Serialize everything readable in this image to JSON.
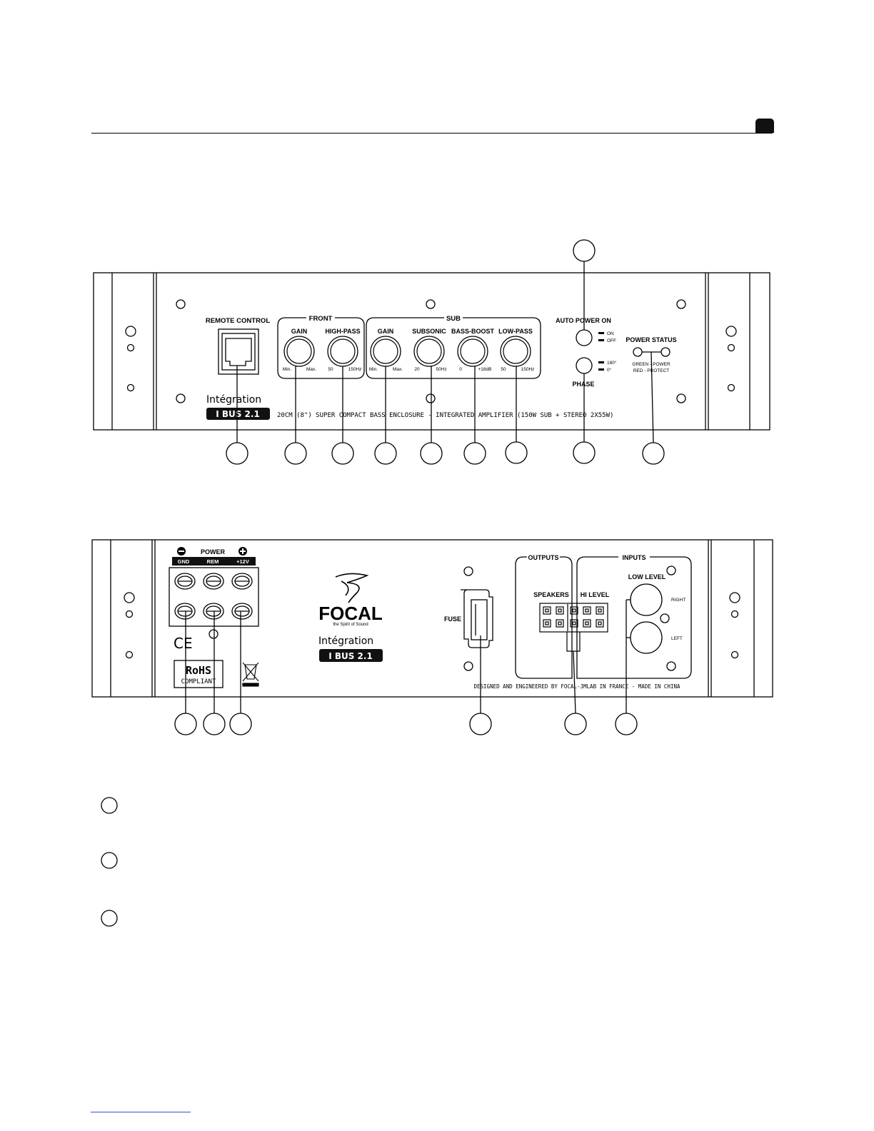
{
  "front_panel": {
    "remote_control": "REMOTE CONTROL",
    "front_group": "FRONT",
    "sub_group": "SUB",
    "knobs": [
      {
        "label": "GAIN",
        "min": "Min.",
        "max": "Max."
      },
      {
        "label": "HIGH-PASS",
        "min": "50",
        "max": "150Hz"
      },
      {
        "label": "GAIN",
        "min": "Min.",
        "max": "Max."
      },
      {
        "label": "SUBSONIC",
        "min": "20",
        "max": "50Hz"
      },
      {
        "label": "BASS-BOOST",
        "min": "0",
        "max": "+18dB"
      },
      {
        "label": "LOW-PASS",
        "min": "50",
        "max": "150Hz"
      }
    ],
    "auto_power_on": "AUTO POWER ON",
    "on": "ON",
    "off": "OFF",
    "phase": "PHASE",
    "phase_180": "180°",
    "phase_0": "0°",
    "power_status": "POWER STATUS",
    "green_power": "GREEN - POWER",
    "red_protect": "RED - PROTECT",
    "brand_script": "Intégration",
    "model": "I BUS 2.1",
    "description": "20CM (8\") SUPER COMPACT BASS ENCLOSURE - INTEGRATED AMPLIFIER (150W SUB + STEREO 2X55W)"
  },
  "rear_panel": {
    "power": "POWER",
    "minus": "−",
    "plus": "+",
    "gnd": "GND",
    "rem": "REM",
    "v12": "+12V",
    "ce": "CE",
    "rohs": "RoHS",
    "compliant": "COMPLIANT",
    "focal": "FOCAL",
    "tagline": "the Spirit of Sound",
    "brand_script": "Intégration",
    "model": "I BUS 2.1",
    "fuse": "FUSE",
    "outputs": "OUTPUTS",
    "inputs": "INPUTS",
    "speakers": "SPEAKERS",
    "hi_level": "HI LEVEL",
    "low_level": "LOW LEVEL",
    "right": "RIGHT",
    "left": "LEFT",
    "designed": "DESIGNED AND ENGINEERED BY FOCAL-JMLAB IN FRANCE - MADE IN CHINA"
  }
}
